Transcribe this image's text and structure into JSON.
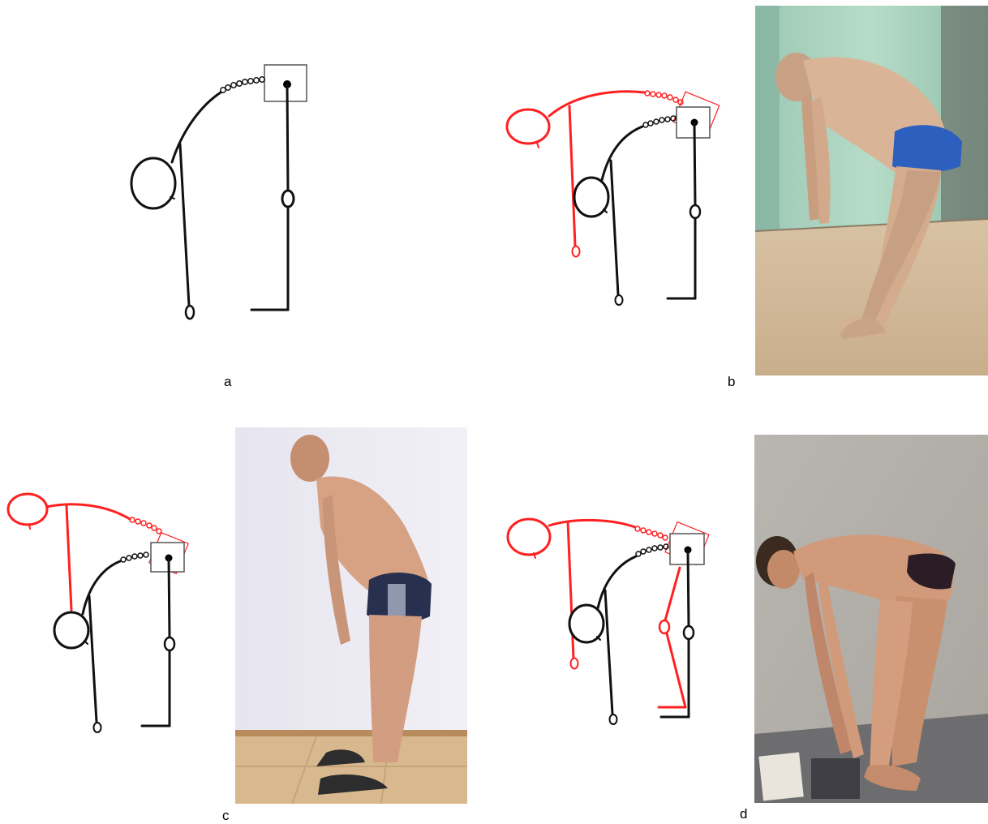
{
  "panels": [
    {
      "label": "a"
    },
    {
      "label": "b"
    },
    {
      "label": "c"
    },
    {
      "label": "d"
    }
  ],
  "colors": {
    "posture_normal": "#1a1a1a",
    "posture_deviation": "#ff2020",
    "background": "#ffffff"
  },
  "photos": [
    {
      "panel": "b",
      "description_icon": "photo-forward-bend-wall-green"
    },
    {
      "panel": "c",
      "description_icon": "photo-standing-stooped-profile"
    },
    {
      "panel": "d",
      "description_icon": "photo-forward-bend-touching-floor"
    }
  ]
}
